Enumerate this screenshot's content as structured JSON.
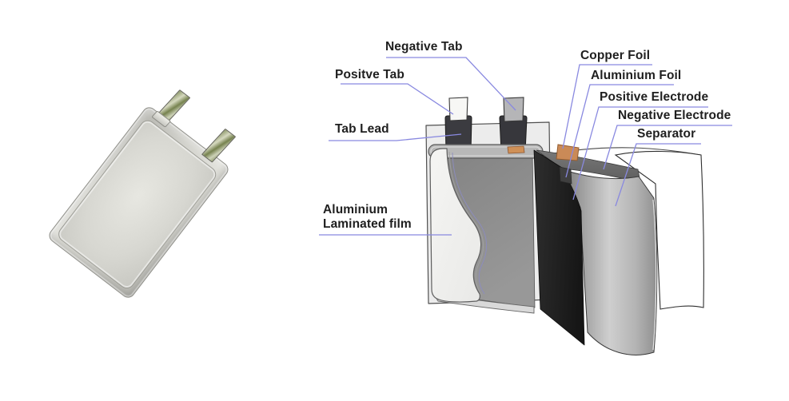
{
  "figure": {
    "title": "Pouch lithium polymer cell structure diagram",
    "photo": {
      "colors": {
        "body": "#d5d5cf",
        "tab_metal": "#8f9a6c"
      }
    },
    "diagram": {
      "labels": {
        "negative_tab": "Negative Tab",
        "positive_tab": "Positve Tab",
        "tab_lead": "Tab Lead",
        "aluminium_laminated_film_line1": "Aluminium",
        "aluminium_laminated_film_line2": "Laminated film",
        "copper_foil": "Copper Foil",
        "aluminium_foil": "Aluminium Foil",
        "positive_electrode": "Positive Electrode",
        "negative_electrode": "Negative Electrode",
        "separator": "Separator"
      },
      "colors": {
        "leader_line": "#8989e0",
        "label_text": "#1f1f1f",
        "copper": "#ca8a57",
        "black_sheet": "#232323",
        "jelly_roll": "#8d8d8d",
        "pouch_film": "#f1f1ef",
        "back_sheet": "#ececec",
        "white_sheet": "#ffffff"
      }
    }
  }
}
